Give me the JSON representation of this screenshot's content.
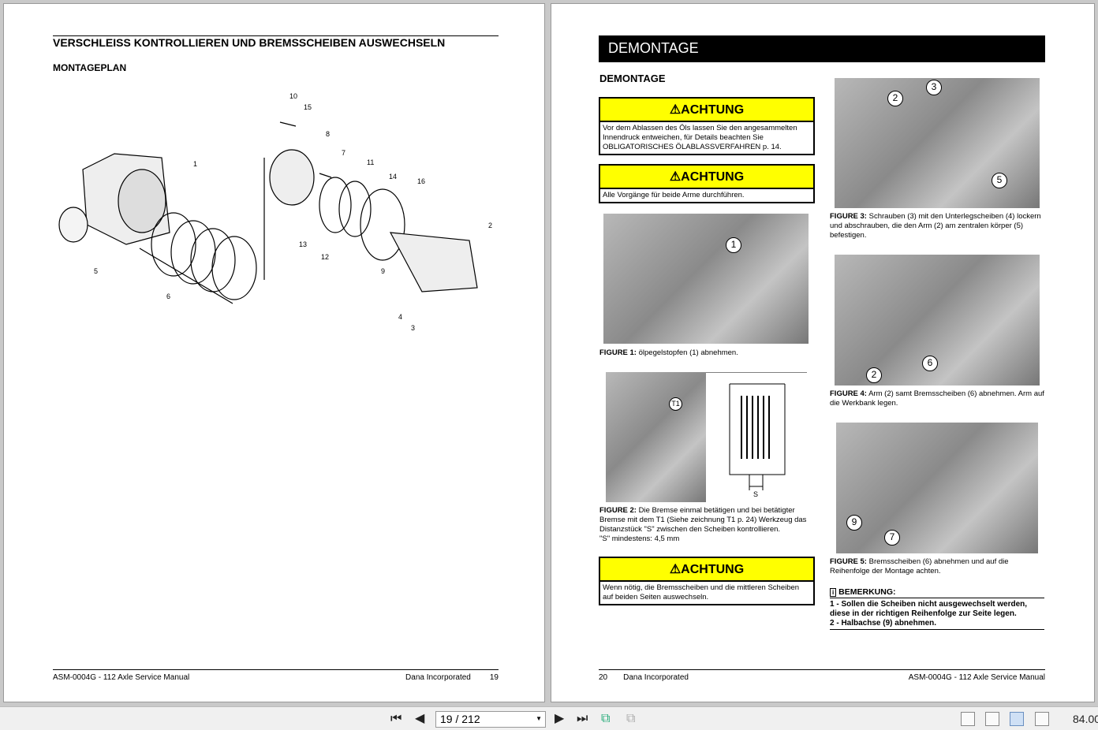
{
  "left_page": {
    "title": "VERSCHLEISS KONTROLLIEREN UND BREMSSCHEIBEN AUSWECHSELN",
    "subtitle": "MONTAGEPLAN",
    "callouts": [
      "10",
      "15",
      "8",
      "7",
      "11",
      "14",
      "16",
      "1",
      "2",
      "5",
      "6",
      "13",
      "12",
      "9",
      "4",
      "3"
    ],
    "footer": {
      "left": "ASM-0004G - 112 Axle Service Manual",
      "company": "Dana Incorporated",
      "page": "19"
    }
  },
  "right_page": {
    "banner": "DEMONTAGE",
    "section": "DEMONTAGE",
    "warnings": [
      {
        "title": "ACHTUNG",
        "text": "Vor dem Ablassen des Öls lassen Sie den angesammelten Innendruck entweichen, für Details beachten Sie OBLIGATORISCHES ÖLABLASSVERFAHREN p. 14."
      },
      {
        "title": "ACHTUNG",
        "text": "Alle Vorgänge für beide Arme durchführen."
      },
      {
        "title": "ACHTUNG",
        "text": "Wenn nötig, die Bremsscheiben und die mittleren Scheiben auf beiden Seiten auswechseln."
      }
    ],
    "figures": [
      {
        "label": "FIGURE 1:",
        "text": " ölpegelstopfen (1) abnehmen.",
        "callouts": [
          "1"
        ]
      },
      {
        "label": "FIGURE 2:",
        "text": " Die Bremse einmal betätigen und bei betätigter Bremse mit dem T1 (Siehe zeichnung T1 p. 24) Werkzeug das Distanzstück \"S\" zwischen den Scheiben kontrollieren.",
        "extra": "\"S\" mindestens: 4,5 mm",
        "callouts": [
          "T1",
          "S"
        ]
      },
      {
        "label": "FIGURE 3:",
        "text": " Schrauben (3) mit den Unterlegscheiben (4) lockern und abschrauben, die den Arm (2) am zentralen körper (5) befestigen.",
        "callouts": [
          "3",
          "2",
          "5"
        ]
      },
      {
        "label": "FIGURE 4:",
        "text": " Arm (2) samt Bremsscheiben (6) abnehmen. Arm auf die Werkbank legen.",
        "callouts": [
          "2",
          "6"
        ]
      },
      {
        "label": "FIGURE 5:",
        "text": " Bremsscheiben (6) abnehmen und auf die Reihenfolge der Montage achten.",
        "callouts": [
          "9",
          "7"
        ]
      }
    ],
    "note": {
      "title": "BEMERKUNG:",
      "items": [
        "1 - Sollen die Scheiben nicht ausgewechselt werden, diese in der richtigen Reihenfolge zur Seite legen.",
        "2 - Halbachse (9) abnehmen."
      ]
    },
    "footer": {
      "page": "20",
      "company": "Dana Incorporated",
      "right": "ASM-0004G - 112 Axle Service Manual"
    }
  },
  "toolbar": {
    "page_value": "19 / 212",
    "zoom": "84.00"
  }
}
